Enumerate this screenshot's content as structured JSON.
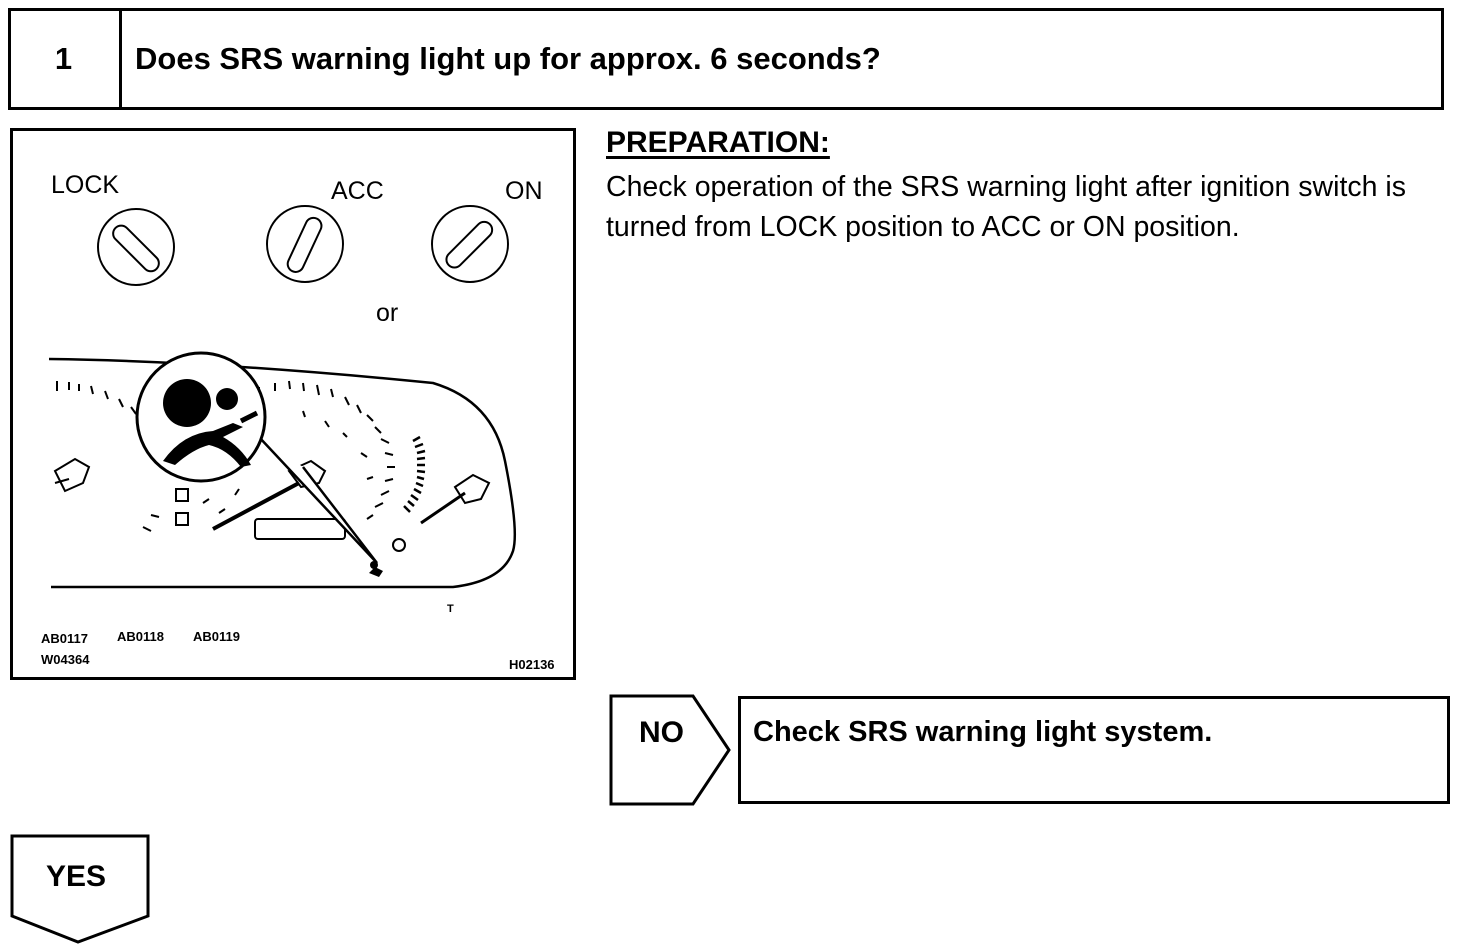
{
  "step": {
    "number": "1",
    "question": "Does SRS warning light up for approx. 6 seconds?"
  },
  "figure": {
    "labels": {
      "lock": "LOCK",
      "acc": "ACC",
      "on": "ON",
      "or": "or",
      "t": "T"
    },
    "codes": {
      "ab0117": "AB0117",
      "ab0118": "AB0118",
      "ab0119": "AB0119",
      "w04364": "W04364",
      "h02136": "H02136"
    }
  },
  "preparation": {
    "heading": "PREPARATION:",
    "text": "Check operation of the SRS warning light after ignition switch is turned from LOCK position to ACC or ON position."
  },
  "no_branch": {
    "label": "NO",
    "result": "Check SRS warning light system."
  },
  "yes_branch": {
    "label": "YES"
  }
}
